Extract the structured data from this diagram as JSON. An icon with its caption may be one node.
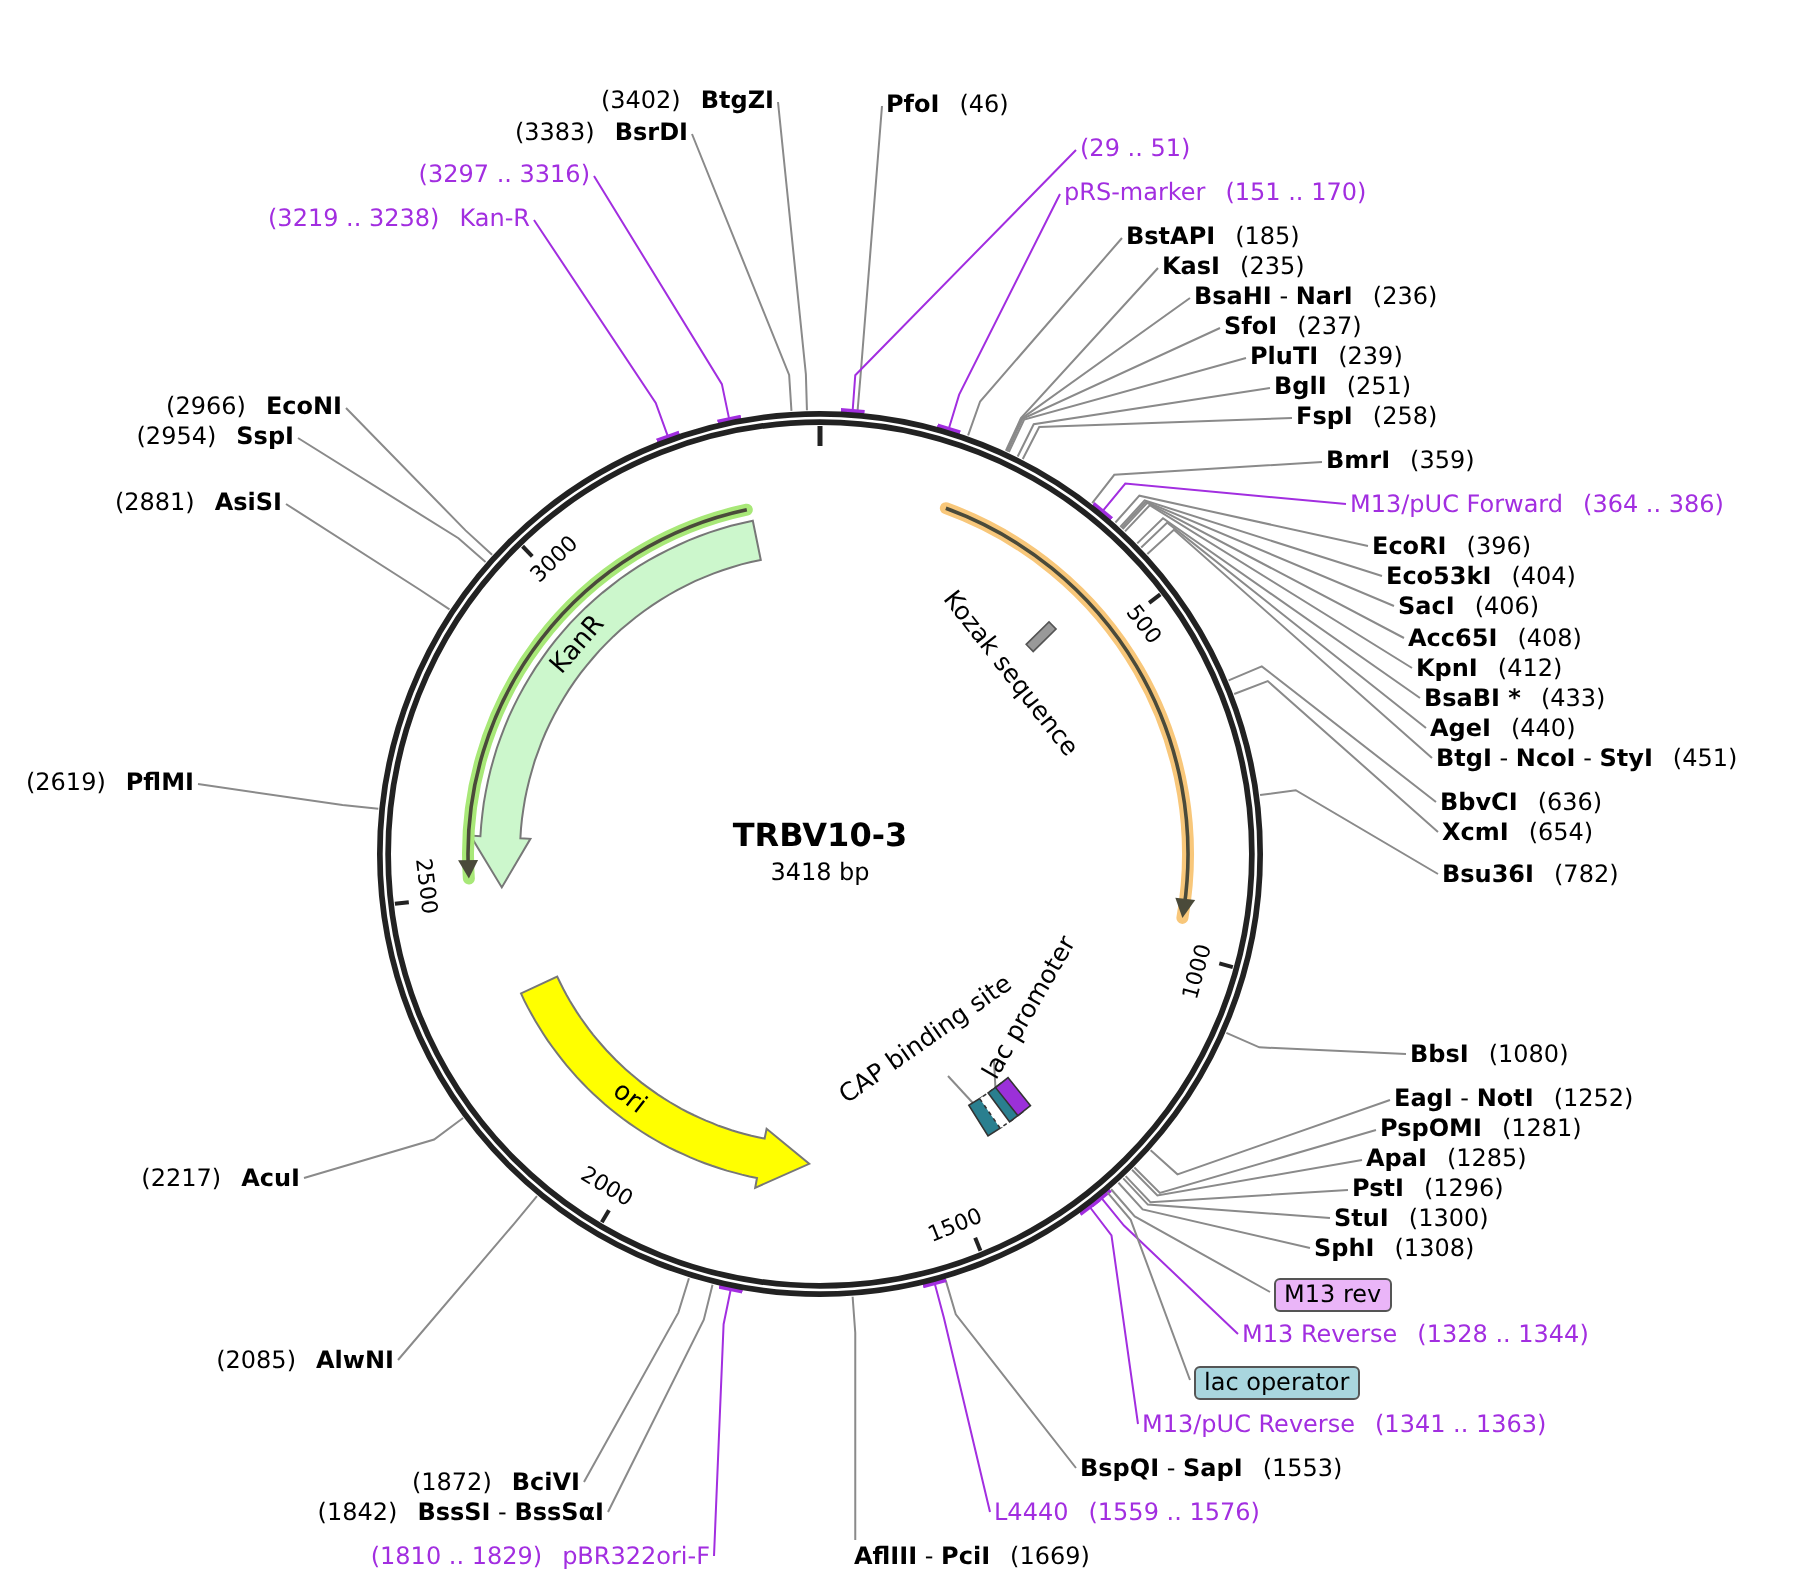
{
  "diagram": {
    "title": "TRBV10-3",
    "nodes": [
      {
        "text": [
          "PfoI",
          "(46)"
        ]
      },
      {
        "text": [
          "(29 .. 51)"
        ]
      },
      {
        "text": [
          "pRS-marker",
          "(151 .. 170)"
        ]
      },
      {
        "text": [
          "BstAPI",
          "(185)"
        ]
      },
      {
        "text": [
          "KasI",
          "(235)"
        ]
      },
      {
        "text": [
          "**BsaHI** - **NarI**",
          "(236)"
        ]
      },
      {
        "text": [
          "SfoI",
          "(237)"
        ]
      },
      {
        "text": [
          "PluTI",
          "(239)"
        ]
      },
      {
        "text": [
          "BglI",
          "(251)"
        ]
      },
      {
        "text": [
          "FspI",
          "(258)"
        ]
      },
      {
        "text": [
          "BmrI",
          "(359)"
        ]
      },
      {
        "text": [
          "M13/pUC Forward",
          "(364 .. 386)"
        ]
      },
      {
        "text": [
          "EcoRI",
          "(396)"
        ]
      },
      {
        "text": [
          "Eco53kI",
          "(404)"
        ]
      },
      {
        "text": [
          "SacI",
          "(406)"
        ]
      },
      {
        "text": [
          "Acc65I",
          "(408)"
        ]
      },
      {
        "text": [
          "KpnI",
          "(412)"
        ]
      },
      {
        "text": [
          "BsaBI *",
          "(433)"
        ]
      },
      {
        "text": [
          "AgeI",
          "(440)"
        ]
      },
      {
        "text": [
          "**BtgI** - **NcoI** - **StyI**",
          "(451)"
        ]
      },
      {
        "text": [
          "BbvCI",
          "(636)"
        ]
      },
      {
        "text": [
          "XcmI",
          "(654)"
        ]
      },
      {
        "text": [
          "Bsu36I",
          "(782)"
        ]
      },
      {
        "text": [
          "BbsI",
          "(1080)"
        ]
      },
      {
        "text": [
          "**EagI** - **NotI**",
          "(1252)"
        ]
      },
      {
        "text": [
          "PspOMI",
          "(1281)"
        ]
      },
      {
        "text": [
          "ApaI",
          "(1285)"
        ]
      },
      {
        "text": [
          "PstI",
          "(1296)"
        ]
      },
      {
        "text": [
          "StuI",
          "(1300)"
        ]
      },
      {
        "text": [
          "SphI",
          "(1308)"
        ]
      },
      {
        "text": [
          "M13 rev"
        ]
      },
      {
        "text": [
          "M13 Reverse",
          "(1328 .. 1344)"
        ]
      },
      {
        "text": [
          "lac operator"
        ]
      },
      {
        "text": [
          "M13/pUC Reverse",
          "(1341 .. 1363)"
        ]
      },
      {
        "text": [
          "**BspQI** - **SapI**",
          "(1553)"
        ]
      },
      {
        "text": [
          "L4440",
          "(1559 .. 1576)"
        ]
      },
      {
        "text": [
          "**AflIII** - **PciI**",
          "(1669)"
        ]
      },
      {
        "text": [
          "(1810 .. 1829)",
          "pBR322ori-F"
        ]
      },
      {
        "text": [
          "(1842)",
          "**BssSI** - **BssSαI**"
        ]
      },
      {
        "text": [
          "(1872)",
          "BciVI"
        ]
      },
      {
        "text": [
          "(2085)",
          "AlwNI"
        ]
      },
      {
        "text": [
          "(2217)",
          "AcuI"
        ]
      },
      {
        "text": [
          "(2619)",
          "PflMI"
        ]
      },
      {
        "text": [
          "(2881)",
          "AsiSI"
        ]
      },
      {
        "text": [
          "(2954)",
          "SspI"
        ]
      },
      {
        "text": [
          "(2966)",
          "EcoNI"
        ]
      },
      {
        "text": [
          "(3219 .. 3238)",
          "Kan-R"
        ]
      },
      {
        "text": [
          "(3297 .. 3316)"
        ]
      },
      {
        "text": [
          "(3383)",
          "BsrDI"
        ]
      },
      {
        "text": [
          "(3402)",
          "BtgZI"
        ]
      },
      {
        "text": [],
        "shape": "circle"
      },
      {
        "text": [
          "KanR"
        ],
        "in": 50
      },
      {
        "text": [
          "ori"
        ],
        "in": 50
      },
      {
        "text": [
          "Kozak sequence"
        ],
        "in": 50
      },
      {
        "text": [
          "CAP binding site"
        ],
        "in": 50
      },
      {
        "text": [
          "lac promoter"
        ],
        "in": 50
      },
      {
        "text": [],
        "shape": "box",
        "in": 50
      },
      {
        "text": [],
        "shape": "box",
        "in": 50
      }
    ],
    "edges": [
      {
        "from": 0,
        "to": 50,
        "arrow": "none"
      },
      {
        "from": 1,
        "to": 50,
        "arrow": "other",
        "color": "#a22ee0"
      },
      {
        "from": 2,
        "to": 50,
        "arrow": "other",
        "color": "#a22ee0"
      },
      {
        "from": 3,
        "to": 50,
        "arrow": "none"
      },
      {
        "from": 4,
        "to": 50,
        "arrow": "none"
      },
      {
        "from": 5,
        "to": 50,
        "arrow": "none"
      },
      {
        "from": 6,
        "to": 50,
        "arrow": "none"
      },
      {
        "from": 7,
        "to": 50,
        "arrow": "none"
      },
      {
        "from": 8,
        "to": 50,
        "arrow": "none"
      },
      {
        "from": 9,
        "to": 50,
        "arrow": "none"
      },
      {
        "from": 10,
        "to": 50,
        "arrow": "none"
      },
      {
        "from": 11,
        "to": 50,
        "arrow": "other",
        "color": "#a22ee0"
      },
      {
        "from": 12,
        "to": 50,
        "arrow": "none"
      },
      {
        "from": 13,
        "to": 50,
        "arrow": "none"
      },
      {
        "from": 14,
        "to": 50,
        "arrow": "none"
      },
      {
        "from": 15,
        "to": 50,
        "arrow": "none"
      },
      {
        "from": 16,
        "to": 50,
        "arrow": "none"
      },
      {
        "from": 17,
        "to": 50,
        "arrow": "none"
      },
      {
        "from": 18,
        "to": 50,
        "arrow": "none"
      },
      {
        "from": 19,
        "to": 50,
        "arrow": "none"
      },
      {
        "from": 20,
        "to": 50,
        "arrow": "none"
      },
      {
        "from": 21,
        "to": 50,
        "arrow": "none"
      },
      {
        "from": 22,
        "to": 50,
        "arrow": "none"
      },
      {
        "from": 23,
        "to": 50,
        "arrow": "none"
      },
      {
        "from": 24,
        "to": 50,
        "arrow": "none"
      },
      {
        "from": 25,
        "to": 50,
        "arrow": "none"
      },
      {
        "from": 26,
        "to": 50,
        "arrow": "none"
      },
      {
        "from": 27,
        "to": 50,
        "arrow": "none"
      },
      {
        "from": 28,
        "to": 50,
        "arrow": "none"
      },
      {
        "from": 29,
        "to": 50,
        "arrow": "none"
      },
      {
        "from": 30,
        "to": 50,
        "arrow": "none"
      },
      {
        "from": 31,
        "to": 50,
        "arrow": "other",
        "color": "#a22ee0"
      },
      {
        "from": 32,
        "to": 50,
        "arrow": "none"
      },
      {
        "from": 33,
        "to": 50,
        "arrow": "other",
        "color": "#a22ee0"
      },
      {
        "from": 34,
        "to": 50,
        "arrow": "none"
      },
      {
        "from": 35,
        "to": 50,
        "arrow": "other",
        "color": "#a22ee0"
      },
      {
        "from": 36,
        "to": 50,
        "arrow": "none"
      },
      {
        "from": 37,
        "to": 50,
        "arrow": "other",
        "color": "#a22ee0"
      },
      {
        "from": 38,
        "to": 50,
        "arrow": "none"
      },
      {
        "from": 39,
        "to": 50,
        "arrow": "none"
      },
      {
        "from": 40,
        "to": 50,
        "arrow": "none"
      },
      {
        "from": 41,
        "to": 50,
        "arrow": "none"
      },
      {
        "from": 42,
        "to": 50,
        "arrow": "none"
      },
      {
        "from": 43,
        "to": 50,
        "arrow": "none"
      },
      {
        "from": 44,
        "to": 50,
        "arrow": "none"
      },
      {
        "from": 45,
        "to": 50,
        "arrow": "none"
      },
      {
        "from": 46,
        "to": 50,
        "arrow": "other",
        "color": "#a22ee0"
      },
      {
        "from": 47,
        "to": 50,
        "arrow": "other",
        "color": "#a22ee0"
      },
      {
        "from": 48,
        "to": 50,
        "arrow": "none"
      },
      {
        "from": 49,
        "to": 50,
        "arrow": "none"
      },
      {
        "from": 54,
        "to": 56,
        "arrow": "none"
      },
      {
        "from": 55,
        "to": 57,
        "arrow": "none"
      }
    ],
    "labels": [
      "3418 bp",
      "500",
      "1000",
      "1500",
      "2000",
      "2500",
      "3000"
    ]
  }
}
